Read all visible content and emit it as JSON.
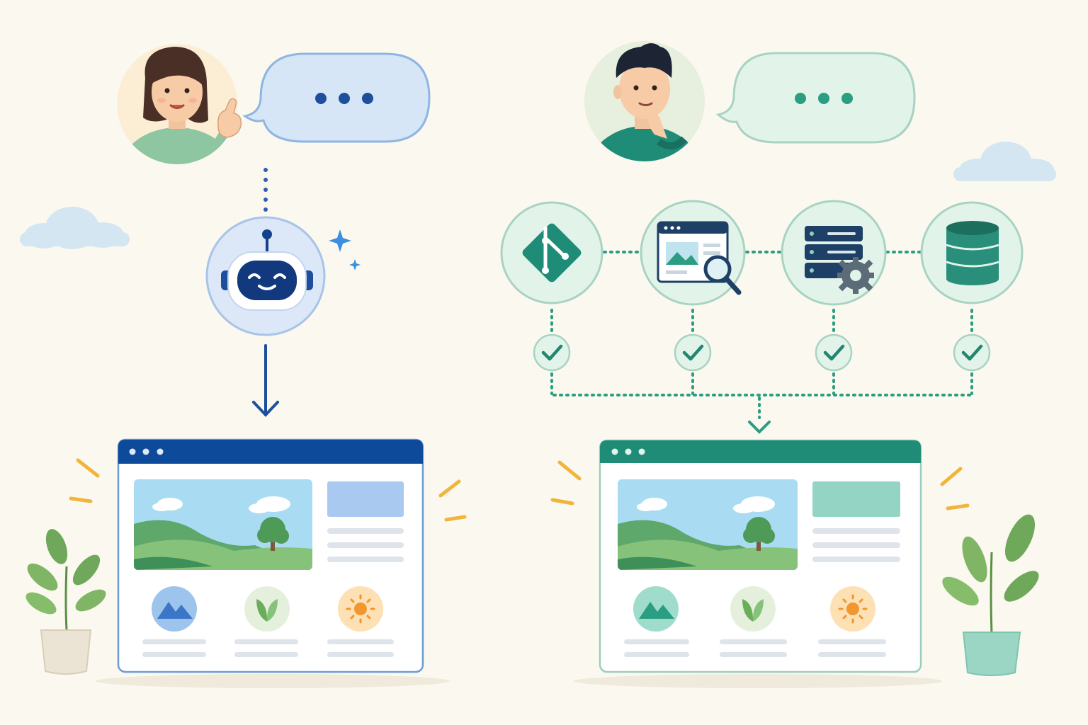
{
  "colors": {
    "background": "#fbf8ef",
    "left_accent": "#0e4a9a",
    "left_soft": "#d6e6f7",
    "right_accent": "#1f8c78",
    "right_soft": "#e2f3ea",
    "check": "#23866e",
    "sparkle": "#3c8fe0",
    "highlight_lines": "#f2b43a",
    "plant_leaf": "#6fa85a",
    "cloud": "#d4e6f1"
  },
  "left_panel": {
    "person": "woman-pointing",
    "speech_bubble": "typing-dots",
    "assistant": "robot-icon",
    "result": "website-mockup"
  },
  "right_panel": {
    "person": "man-thinking",
    "speech_bubble": "typing-dots",
    "pipeline": [
      "git-icon",
      "web-inspect-icon",
      "server-gear-icon",
      "database-icon"
    ],
    "checks": [
      "check-icon",
      "check-icon",
      "check-icon",
      "check-icon"
    ],
    "result": "website-mockup"
  }
}
